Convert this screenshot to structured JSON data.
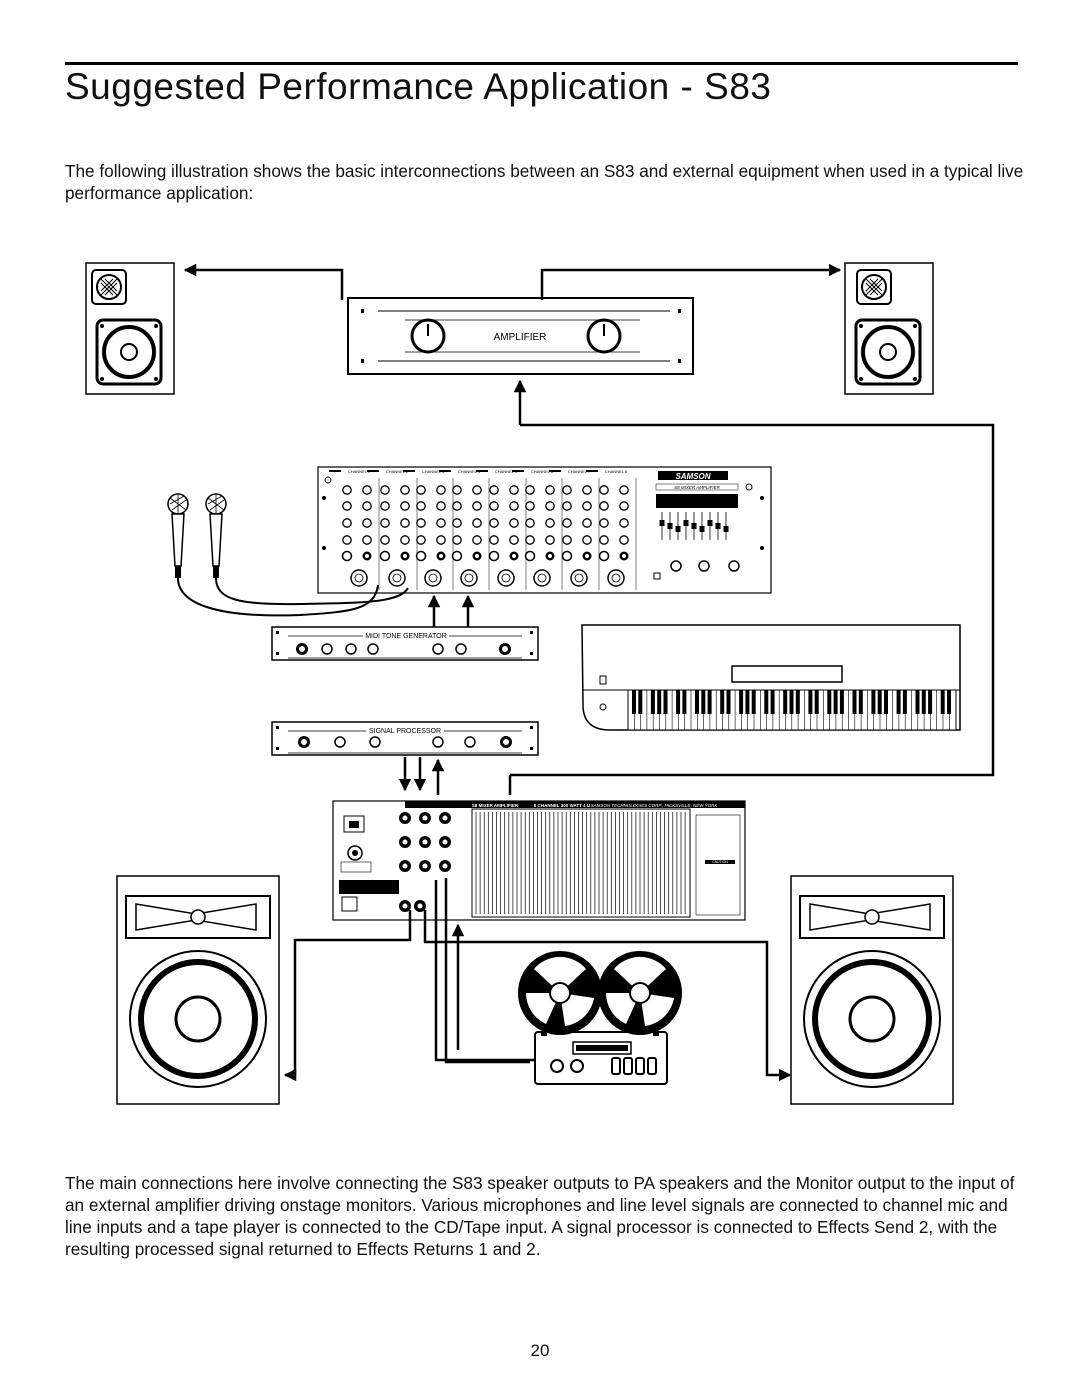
{
  "page": {
    "title": "Suggested Performance Application - S83",
    "intro": "The following illustration shows the basic interconnections between an S83 and external equipment when used in a typical live performance application:",
    "body": "The main connections here involve connecting the S83 speaker outputs to PA speakers and the Monitor output to the input of an external amplifier driving onstage monitors.  Various microphones and line level signals are connected to channel mic and line inputs and a tape player is connected to the CD/Tape input.  A signal processor is connected to Effects Send 2, with the resulting processed signal returned to Effects Returns 1 and 2.",
    "page_number": "20"
  },
  "diagram": {
    "amplifier_label": "AMPLIFIER",
    "midi_label": "MIDI TONE GENERATOR",
    "processor_label": "SIGNAL PROCESSOR",
    "mixer_brand": "SAMSON",
    "mixer_model": "S8 MIXER AMPLIFIER",
    "channels": [
      "CHANNEL 1",
      "CHANNEL 2",
      "CHANNEL 3",
      "CHANNEL 4",
      "CHANNEL 5",
      "CHANNEL 6",
      "CHANNEL 7",
      "CHANNEL 8"
    ],
    "rear_strip": "S8 MIXER AMPLIFIER",
    "rear_strip_2": "8 CHANNEL 300 WATT 4 U",
    "rear_strip_3": "SAMSON TECHNOLOGIES CORP., HICKSVILLE, NEW YORK",
    "rear_caution": "CAUTION"
  }
}
